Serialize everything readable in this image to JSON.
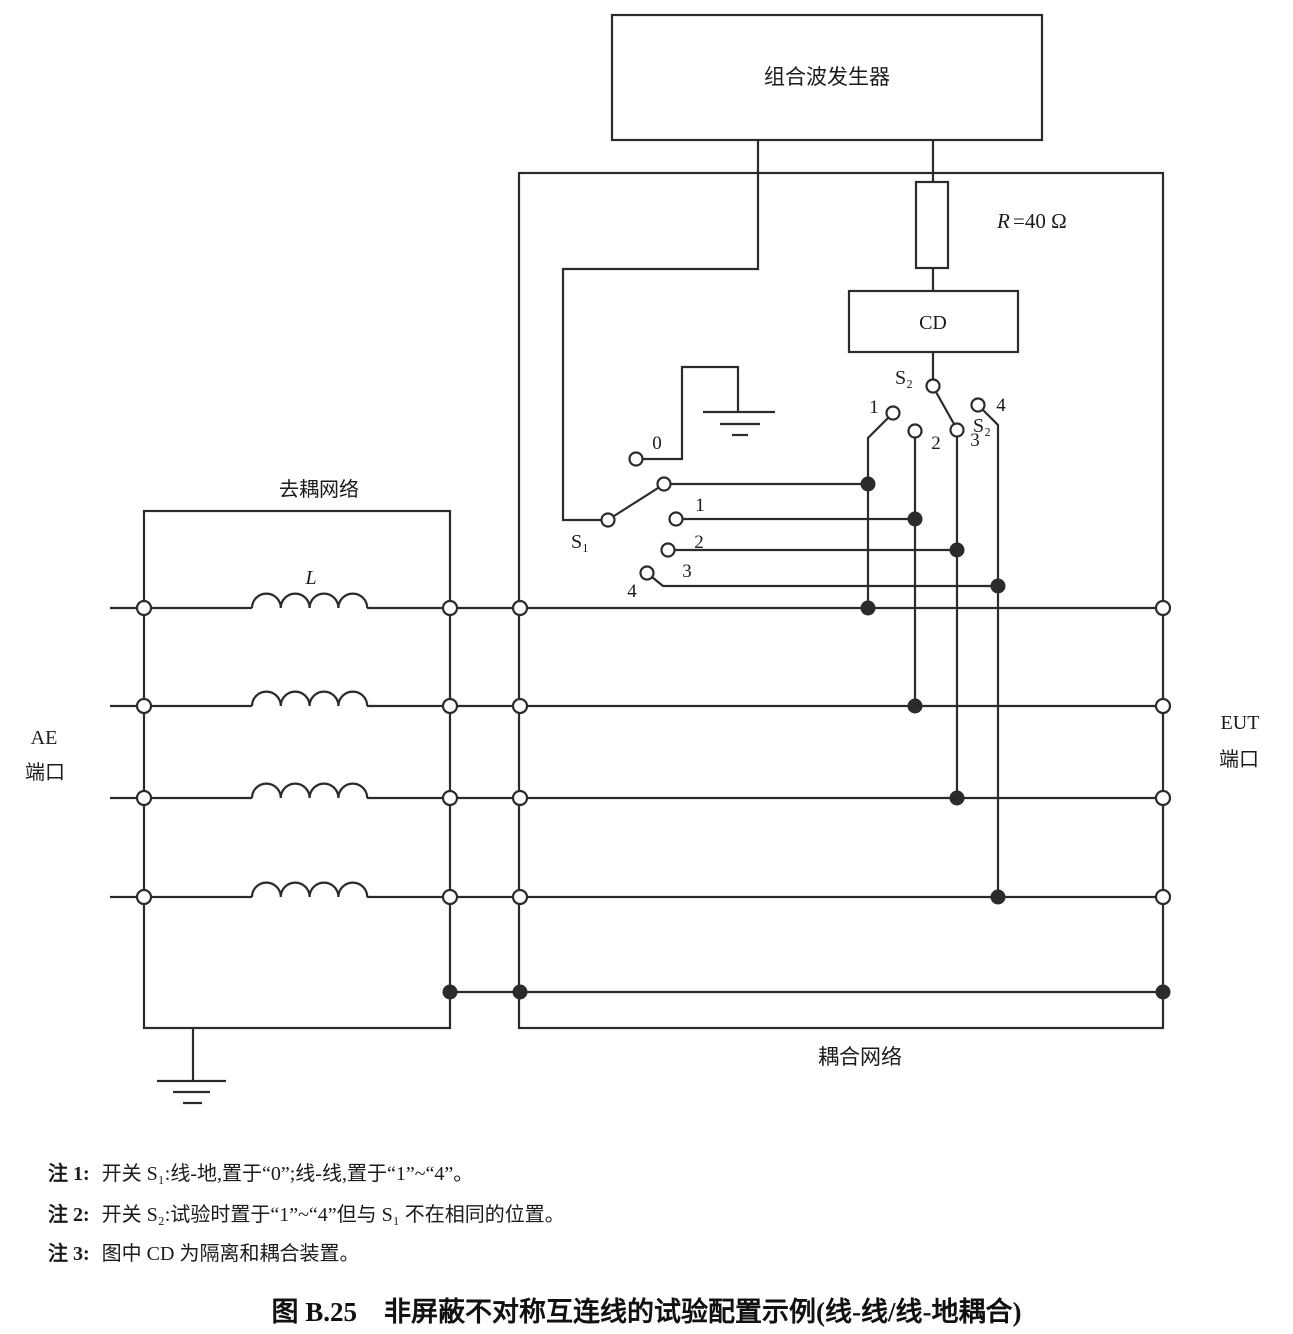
{
  "figure": {
    "generator_label": "组合波发生器",
    "resistor_symbol": "R",
    "resistor_value": "=40 Ω",
    "cd_label": "CD",
    "s1": {
      "name": "S₁",
      "pos": {
        "p0": "0",
        "p1": "1",
        "p2": "2",
        "p3": "3",
        "p4": "4"
      },
      "selected_position": "1"
    },
    "s2": {
      "name": "S₂",
      "name2": "S₂",
      "pos": {
        "p1": "1",
        "p2": "2",
        "p3": "3",
        "p4": "4"
      },
      "selected_position": "3"
    },
    "inductor_label": "L",
    "decoupling_label": "去耦网络",
    "coupling_label": "耦合网络",
    "ae_port": {
      "line1": "AE",
      "line2": "端口"
    },
    "eut_port": {
      "line1": "EUT",
      "line2": "端口"
    }
  },
  "notes": [
    {
      "prefix": "注 1:",
      "text": "开关 S₁:线-地,置于“0”;线-线,置于“1”~“4”。"
    },
    {
      "prefix": "注 2:",
      "text": "开关 S₂:试验时置于“1”~“4”但与 S₁ 不在相同的位置。"
    },
    {
      "prefix": "注 3:",
      "text": "图中 CD 为隔离和耦合装置。"
    }
  ],
  "caption": "图 B.25　非屏蔽不对称互连线的试验配置示例(线-线/线-地耦合)"
}
